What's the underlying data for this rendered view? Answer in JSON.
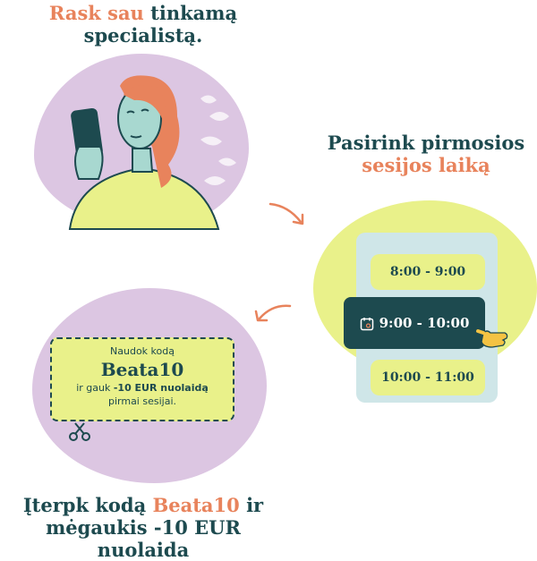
{
  "step1": {
    "heading_accent": "Rask sau",
    "heading_rest_1": " tinkamą",
    "heading_rest_2": "specialistą."
  },
  "step2": {
    "heading_line1": "Pasirink pirmosios",
    "heading_line2": "sesijos laiką",
    "time_slots": [
      "8:00 - 9:00",
      "9:00 - 10:00",
      "10:00 - 11:00"
    ],
    "selected_slot": "9:00 - 10:00"
  },
  "step3": {
    "heading_part1": "Įterpk kodą ",
    "heading_code": "Beata10",
    "heading_part2": " ir",
    "heading_line2": "mėgaukis -10 EUR",
    "heading_line3": "nuolaida"
  },
  "coupon": {
    "line1": "Naudok kodą",
    "code": "Beata10",
    "line3_prefix": "ir gauk ",
    "line3_bold": "-10 EUR nuolaidą",
    "line4": "pirmai sesijai."
  },
  "colors": {
    "dark_teal": "#1d4a4f",
    "accent_orange": "#e8835c",
    "lime": "#e9f18a",
    "lilac": "#dcc6e2",
    "light_blue": "#cfe6e8"
  },
  "icons": [
    "phone-woman-illustration",
    "arrow-curved-icon",
    "calendar-icon",
    "pointing-hand-icon",
    "scissors-icon"
  ]
}
